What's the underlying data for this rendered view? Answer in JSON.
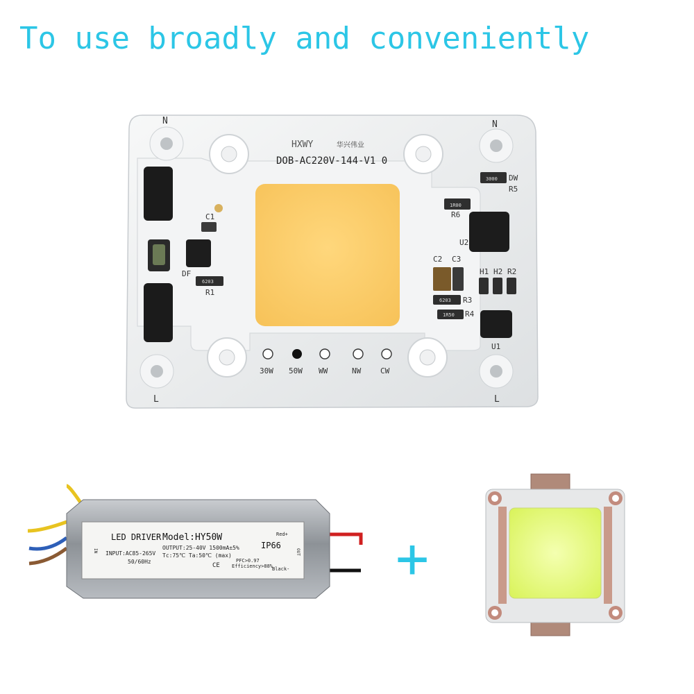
{
  "headline": "To use broadly and conveniently",
  "board": {
    "brand": "HXWY",
    "brand_cn": "华兴伟业",
    "model": "DOB-AC220V-144-V1 0",
    "label_n_left": "N",
    "label_n_right": "N",
    "label_l_left": "L",
    "label_l_right": "L",
    "power_options": [
      "30W",
      "50W",
      "WW",
      "NW",
      "CW"
    ],
    "components": {
      "c1": "C1",
      "df": "DF",
      "r1": "R1",
      "r1_val": "6203",
      "u2": "U2",
      "r5": "R5",
      "dw": "DW",
      "r5_val": "3000",
      "r6": "R6",
      "r6_val": "1R00",
      "c2": "C2",
      "c3": "C3",
      "h1": "H1",
      "h2": "H2",
      "r2": "R2",
      "r3": "R3",
      "r3_val": "6203",
      "r4": "R4",
      "r4_val": "1R50",
      "u1": "U1"
    },
    "colors": {
      "pcb": "#eef0f1",
      "phosphor": "#ffcf6a",
      "accent_text": "#222222"
    }
  },
  "driver": {
    "title": "LED DRIVER",
    "model": "Model:HY50W",
    "output": "OUTPUT:25-40V   1500mA±5%",
    "input": "INPUT:AC85-265V",
    "freq": "50/60Hz",
    "tc": "Tc:75℃  Ta:50℃ (max)",
    "ip": "IP66",
    "red": "Red+",
    "black": "Black-",
    "pfc": "PFC>0.97",
    "efficiency": "Efficiency>88%",
    "in_label": "IN",
    "out_label": "OUT",
    "ce": "CE"
  },
  "plus_sign": "+",
  "plus_color": "#2cc6e6",
  "led_chip": {
    "phosphor": "#e9f98a"
  }
}
